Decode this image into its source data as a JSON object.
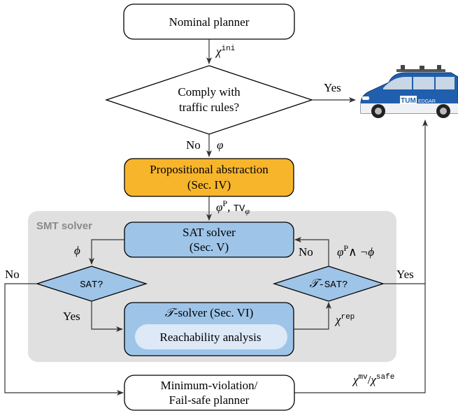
{
  "nodes": {
    "nominal_planner": "Nominal planner",
    "comply_line1": "Comply with",
    "comply_line2": "traffic rules?",
    "prop_line1": "Propositional abstraction",
    "prop_line2": "(Sec. IV)",
    "smt_title": "SMT solver",
    "sat_solver_line1": "SAT solver",
    "sat_solver_line2": "(Sec. V)",
    "sat_decision": "SAT?",
    "t_sat_suffix": "-SAT?",
    "t_solver_suffix": "-solver (Sec. VI)",
    "reachability": "Reachability analysis",
    "fallback_line1": "Minimum-violation/",
    "fallback_line2": "Fail-safe planner"
  },
  "edges": {
    "chi": "χ",
    "chi_ini_sup": "ini",
    "yes": "Yes",
    "no": "No",
    "phi": "φ",
    "varphi_p_sup": "P",
    "tv": "TV",
    "tv_sub": "φ",
    "small_phi": "ϕ",
    "feedback_expr": "∧ ¬ϕ",
    "chi_rep_sup": "rep",
    "chi_mv_sup": "mv",
    "chi_safe_sup": "safe",
    "slash": "/",
    "t_symbol": "𝒯"
  },
  "vehicle": {
    "logo": "TUM",
    "name": "EDGAR"
  },
  "colors": {
    "abstraction_fill": "#f7b52c",
    "solver_fill": "#9ec4e8",
    "smt_background": "#e0e0e0",
    "reachability_fill": "#dde9f7",
    "vehicle_blue": "#1f5fad"
  }
}
